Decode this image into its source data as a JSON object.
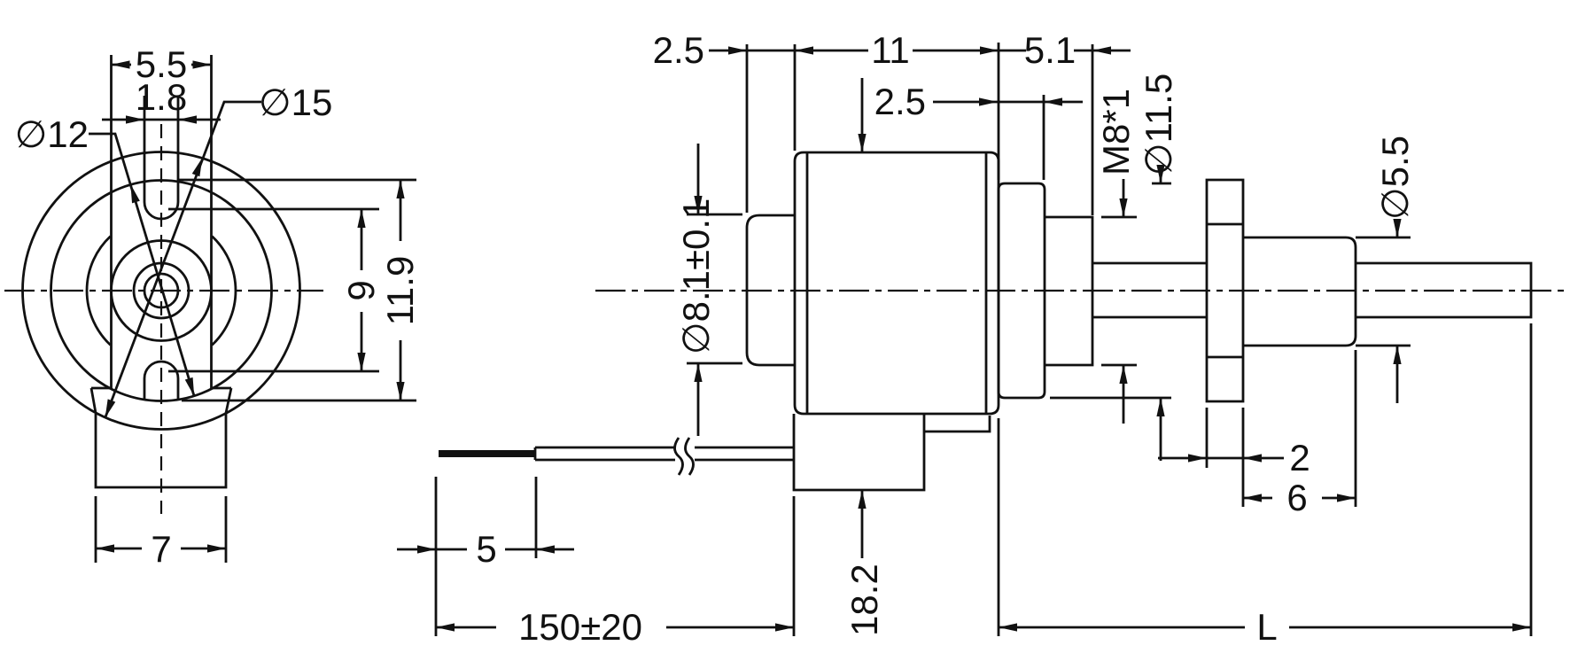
{
  "drawing": {
    "front_view": {
      "slot_width": "5.5",
      "key_slot_width": "1.8",
      "outer_diameter": "∅15",
      "ring_diameter": "∅12",
      "slot_depth": "9",
      "cutout_depth": "11.9",
      "tab_width": "7"
    },
    "side_view": {
      "boss_length": "2.5",
      "body_length": "11",
      "stem_length": "5.1",
      "collar_length": "2.5",
      "thread_spec": "M8*1",
      "collar_diameter": "∅11.5",
      "knob_diameter": "∅5.5",
      "boss_diameter": "∅8.1±0.1",
      "lead_strip_length": "5",
      "lead_length": "150±20",
      "body_height": "18.2",
      "flange_width": "2",
      "knob_width": "6",
      "shaft_length": "L"
    }
  }
}
